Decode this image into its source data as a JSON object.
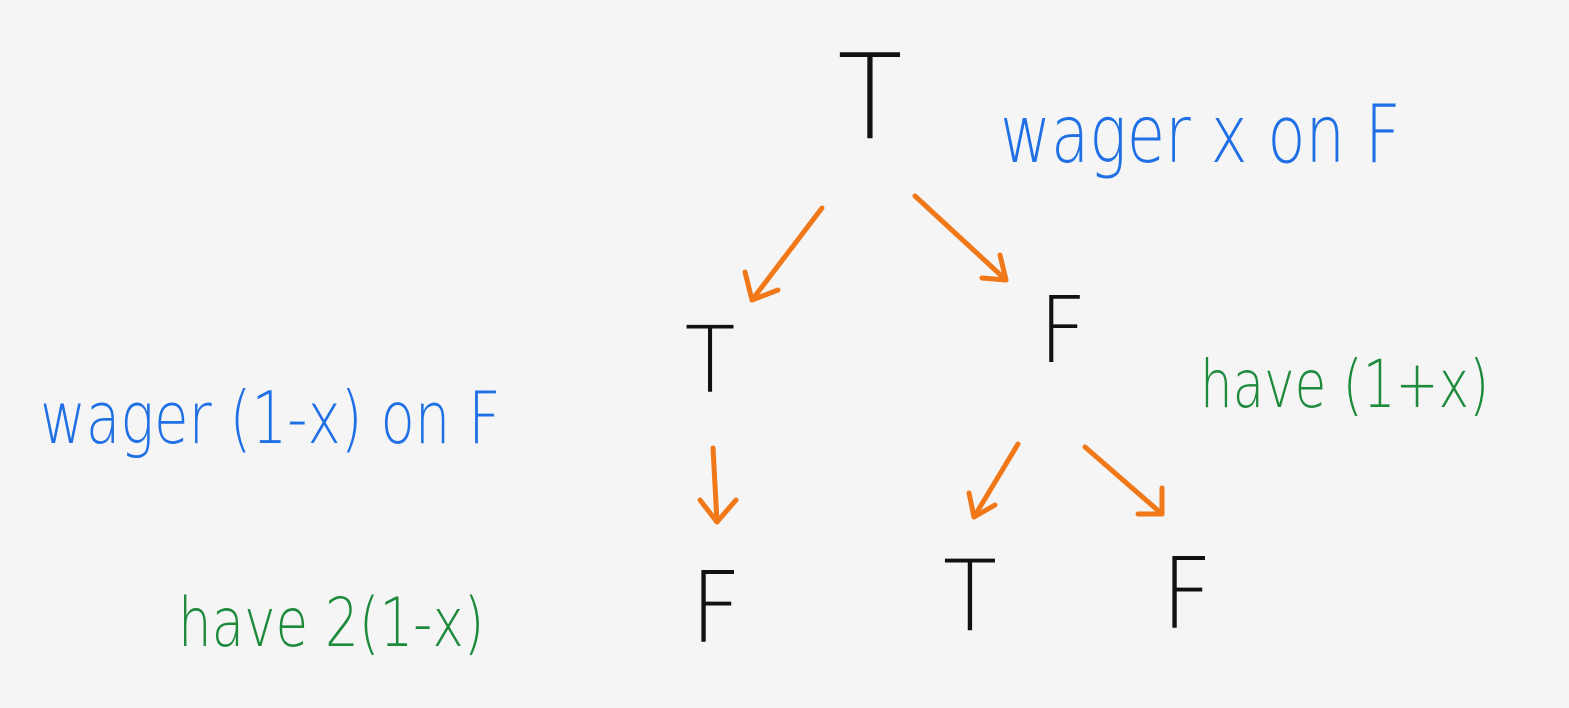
{
  "tree": {
    "root": {
      "label": "T"
    },
    "left": {
      "label": "T"
    },
    "right": {
      "label": "F"
    },
    "left_child": {
      "label": "F"
    },
    "right_left_child": {
      "label": "T"
    },
    "right_right_child": {
      "label": "F"
    }
  },
  "annotations": {
    "root_wager": "wager x on F",
    "left_wager": "wager (1-x) on F",
    "right_have": "have (1+x)",
    "left_have": "have 2(1-x)"
  },
  "colors": {
    "background": "#f5f5f5",
    "node_text": "#111111",
    "arrow": "#f07818",
    "wager_text": "#1f6fe5",
    "have_text": "#1e8a3c"
  },
  "edges": [
    {
      "from": "root",
      "to": "left"
    },
    {
      "from": "root",
      "to": "right"
    },
    {
      "from": "left",
      "to": "left_child"
    },
    {
      "from": "right",
      "to": "right_left_child"
    },
    {
      "from": "right",
      "to": "right_right_child"
    }
  ]
}
